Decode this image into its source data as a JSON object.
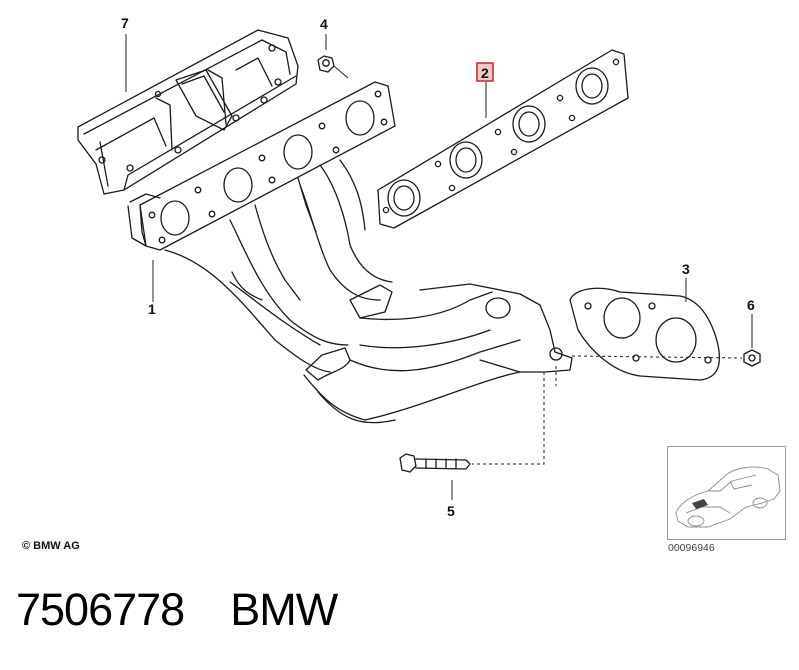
{
  "callouts": {
    "part_1": "1",
    "part_2": "2",
    "part_3": "3",
    "part_4": "4",
    "part_5": "5",
    "part_6": "6",
    "part_7": "7"
  },
  "colors": {
    "line": "#1a1a1a",
    "leader": "#222222",
    "highlight_border": "#cc2222",
    "highlight_fill": "#f2c7c7"
  },
  "copyright": "© BMW AG",
  "thumbnail": {
    "code": "00096946",
    "icon": "car-thumbnail-icon"
  },
  "footer": {
    "part_number": "7506778",
    "brand": "BMW"
  }
}
